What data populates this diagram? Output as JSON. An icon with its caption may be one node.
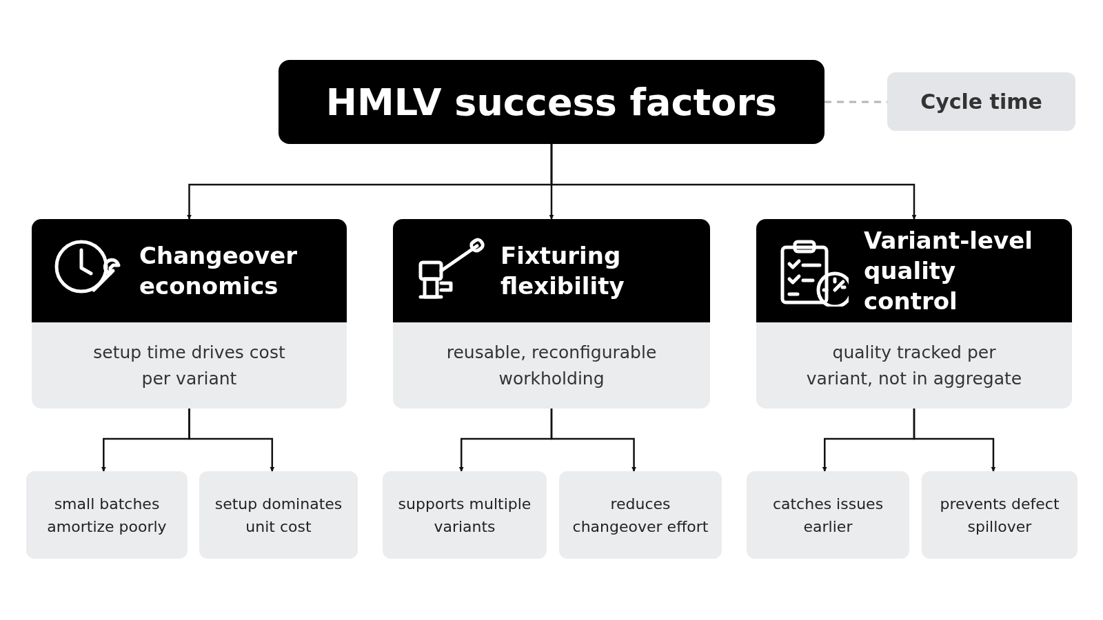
{
  "diagram": {
    "nodes": [
      {
        "text": [
          "HMLV success factors"
        ]
      },
      {
        "text": [
          "Cycle time"
        ]
      },
      {
        "text": [
          "Changeover economics",
          "setup time drives cost per variant"
        ]
      },
      {
        "text": [
          "Fixturing flexibility",
          "reusable, reconfigurable workholding"
        ]
      },
      {
        "text": [
          "Variant-level quality control",
          "quality tracked per variant, not in aggregate"
        ]
      },
      {
        "text": [
          "small batches amortize poorly"
        ]
      },
      {
        "text": [
          "setup dominates unit cost"
        ]
      },
      {
        "text": [
          "supports multiple variants"
        ]
      },
      {
        "text": [
          "reduces changeover effort"
        ]
      },
      {
        "text": [
          "catches issues earlier"
        ]
      },
      {
        "text": [
          "prevents defect spillover"
        ]
      }
    ],
    "edges": [
      {
        "from": 0,
        "to": 1,
        "arrow": "none",
        "style": "dashed",
        "color": "#b5b5b5"
      },
      {
        "from": 0,
        "to": 2,
        "arrow": "to"
      },
      {
        "from": 0,
        "to": 3,
        "arrow": "to"
      },
      {
        "from": 0,
        "to": 4,
        "arrow": "to"
      },
      {
        "from": 2,
        "to": 5,
        "arrow": "to"
      },
      {
        "from": 2,
        "to": 6,
        "arrow": "to"
      },
      {
        "from": 3,
        "to": 7,
        "arrow": "to"
      },
      {
        "from": 3,
        "to": 8,
        "arrow": "to"
      },
      {
        "from": 4,
        "to": 9,
        "arrow": "to"
      },
      {
        "from": 4,
        "to": 10,
        "arrow": "to"
      }
    ]
  }
}
